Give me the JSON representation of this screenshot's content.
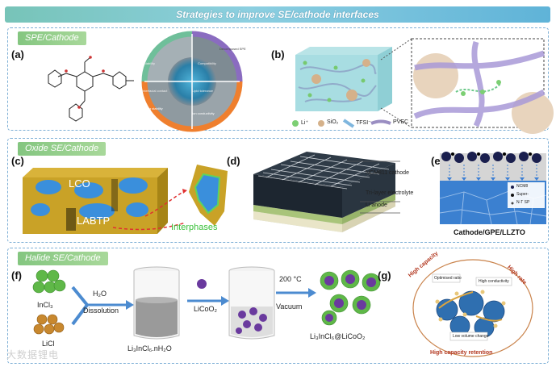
{
  "header": {
    "title": "Strategies to improve SE/cathode interfaces"
  },
  "sections": {
    "spe": {
      "title": "SPE/Cathode"
    },
    "oxide": {
      "title": "Oxide SE/Cathode"
    },
    "halide": {
      "title": "Halide SE/Cathode"
    }
  },
  "panels": {
    "a": {
      "label": "(a)",
      "wheel_labels": [
        "Stability",
        "Compatibility",
        "Interfacial contact",
        "Lipid tolerance",
        "Cycling stability",
        "Ion conductivity",
        "Decomposed SPE"
      ]
    },
    "b": {
      "label": "(b)",
      "legend": [
        "Li⁺",
        "SiO₂",
        "TFSI⁻",
        "PVEC"
      ]
    },
    "c": {
      "label": "(c)",
      "lco": "LCO",
      "labtp": "LABTP",
      "interphases": "Interphases"
    },
    "d": {
      "label": "(d)",
      "layers": [
        "NCM811 cathode",
        "Tri-layer electrolyte",
        "Li anode"
      ]
    },
    "e": {
      "label": "(e)",
      "legend": [
        "NCM8",
        "Super-",
        "N-T SP"
      ],
      "caption": "Cathode/GPE/LLZTO"
    },
    "f": {
      "label": "(f)",
      "incl3": "InCl₃",
      "licl": "LiCl",
      "h2o": "H₂O",
      "dissolution": "Dissolution",
      "solution": "Li₃InCl₆.nH₂O",
      "licoo2": "LiCoO₂",
      "temp": "200 °C",
      "vacuum": "Vacuum",
      "product": "Li₃InCl₆@LiCoO₂"
    },
    "g": {
      "label": "(g)",
      "ring": [
        "High capacity",
        "High rate",
        "High capacity retention"
      ],
      "callouts": [
        "Optimised ratio",
        "High conductivity",
        "Low volume change"
      ]
    }
  },
  "watermark": "大数据锂电",
  "colors": {
    "accent_blue": "#2f7fc1",
    "section_green": "#84c680",
    "lco_blue": "#3a8fdc",
    "labtp_gold": "#c9a227",
    "interphase_green": "#5fd35f"
  }
}
